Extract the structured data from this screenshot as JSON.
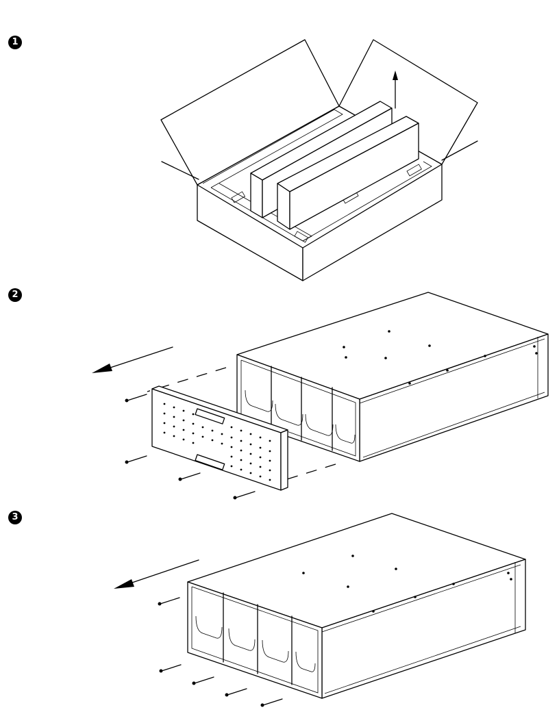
{
  "steps": [
    {
      "number": "1",
      "illustration": "unpack-battery-modules-from-box"
    },
    {
      "number": "2",
      "illustration": "remove-front-cover-screws"
    },
    {
      "number": "3",
      "illustration": "remove-battery-tray-screws"
    }
  ],
  "colors": {
    "line": "#000000",
    "background": "#ffffff"
  },
  "icons": [
    "up-arrow-icon",
    "left-arrow-icon",
    "screw-icon"
  ]
}
